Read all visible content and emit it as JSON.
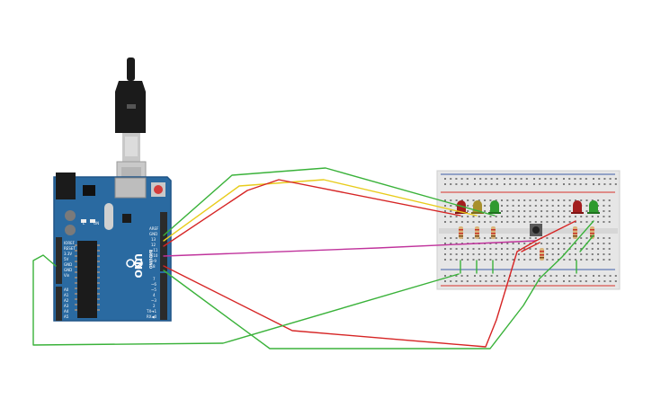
{
  "arduino": {
    "labels": {
      "uno": "UNO",
      "arduino": "ARDUINO",
      "digital": "DIGITAL (PWM~)",
      "analog_in": "ANALOG IN",
      "power": "POWER",
      "tx": "TX",
      "rx": "RX",
      "l": "L",
      "on": "ON",
      "aref": "AREF",
      "gnd": "GND"
    },
    "digital_pins": [
      "13",
      "12",
      "~11",
      "~10",
      "~9",
      "8",
      "7",
      "~6",
      "~5",
      "4",
      "~3",
      "2",
      "TX➔1",
      "RX◀0"
    ],
    "power_pins": [
      "IOREF",
      "RESET",
      "3.3V",
      "5V",
      "GND",
      "GND",
      "Vin"
    ],
    "analog_pins": [
      "A0",
      "A1",
      "A2",
      "A3",
      "A4",
      "A5"
    ]
  },
  "colors": {
    "board": "#2a6aa1",
    "board_edge": "#1f5487",
    "header": "#2b2b2b",
    "breadboard": "#e6e6e6",
    "rail_red": "#d8312b",
    "rail_blue": "#3d5ea8",
    "wire_green": "#3ab23a",
    "wire_yellow": "#e8cc1c",
    "wire_red": "#d62525",
    "wire_magenta": "#c0339c",
    "led_red": "#a31e1e",
    "led_yellow": "#a8902c",
    "led_green": "#2f9a2f"
  },
  "icons": {
    "usb": "usb-cable-icon",
    "button": "pushbutton-icon"
  }
}
